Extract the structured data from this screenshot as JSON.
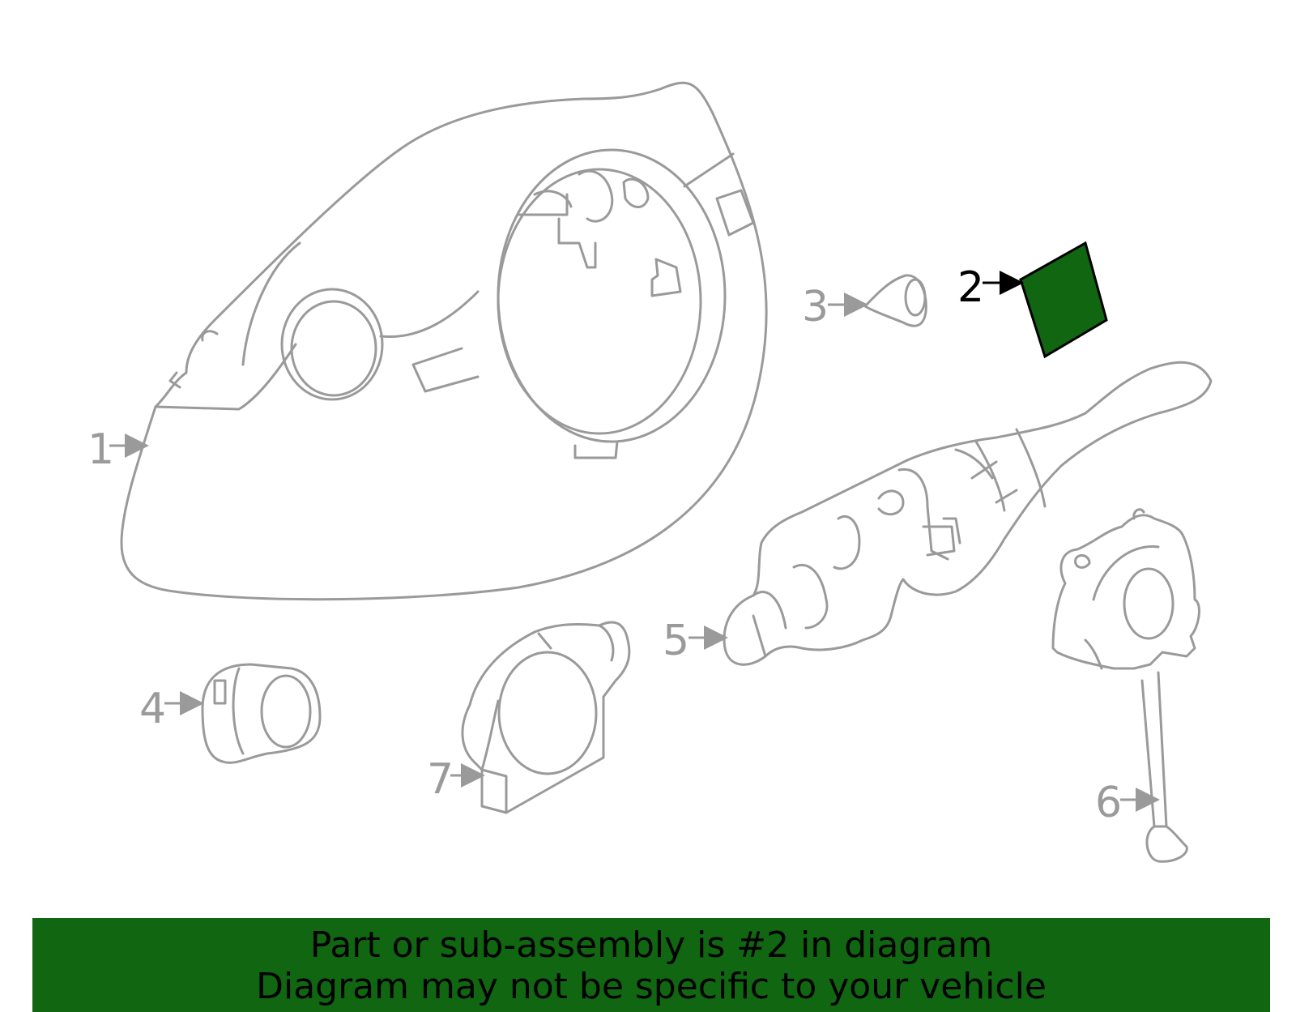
{
  "diagram": {
    "highlight_color": "#116611",
    "line_color": "#9a9a9a",
    "callouts": [
      {
        "id": "1",
        "label": "1"
      },
      {
        "id": "2",
        "label": "2",
        "highlighted": true
      },
      {
        "id": "3",
        "label": "3"
      },
      {
        "id": "4",
        "label": "4"
      },
      {
        "id": "5",
        "label": "5"
      },
      {
        "id": "6",
        "label": "6"
      },
      {
        "id": "7",
        "label": "7"
      }
    ]
  },
  "banner": {
    "line1": "Part or sub-assembly is #2 in diagram",
    "line2": "Diagram may not be specific to your vehicle",
    "background": "#116611"
  }
}
